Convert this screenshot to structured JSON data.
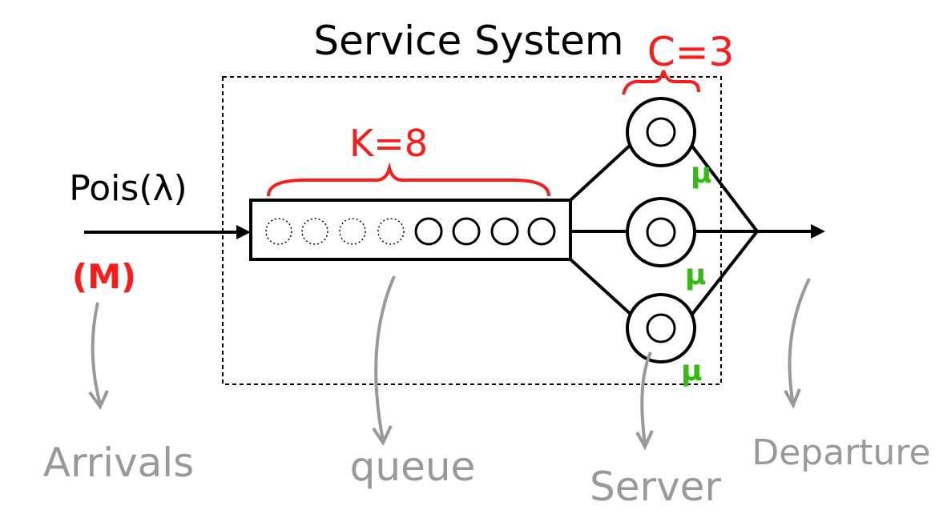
{
  "title": "Service System",
  "servers_label": "C=3",
  "capacity_label": "K=8",
  "arrival_process": "Pois(λ)",
  "arrival_type": "(M)",
  "service_rate": [
    "μ",
    "μ",
    "μ"
  ],
  "annotations": {
    "arrivals": "Arrivals",
    "queue": "queue",
    "server": "Server",
    "departure": "Departure"
  },
  "queue": {
    "capacity": 8,
    "empty_slots": 4,
    "filled_slots": 4
  },
  "colors": {
    "ink": "#000000",
    "red": "#ff1a1a",
    "green": "#33bb11",
    "gray": "#999999"
  }
}
